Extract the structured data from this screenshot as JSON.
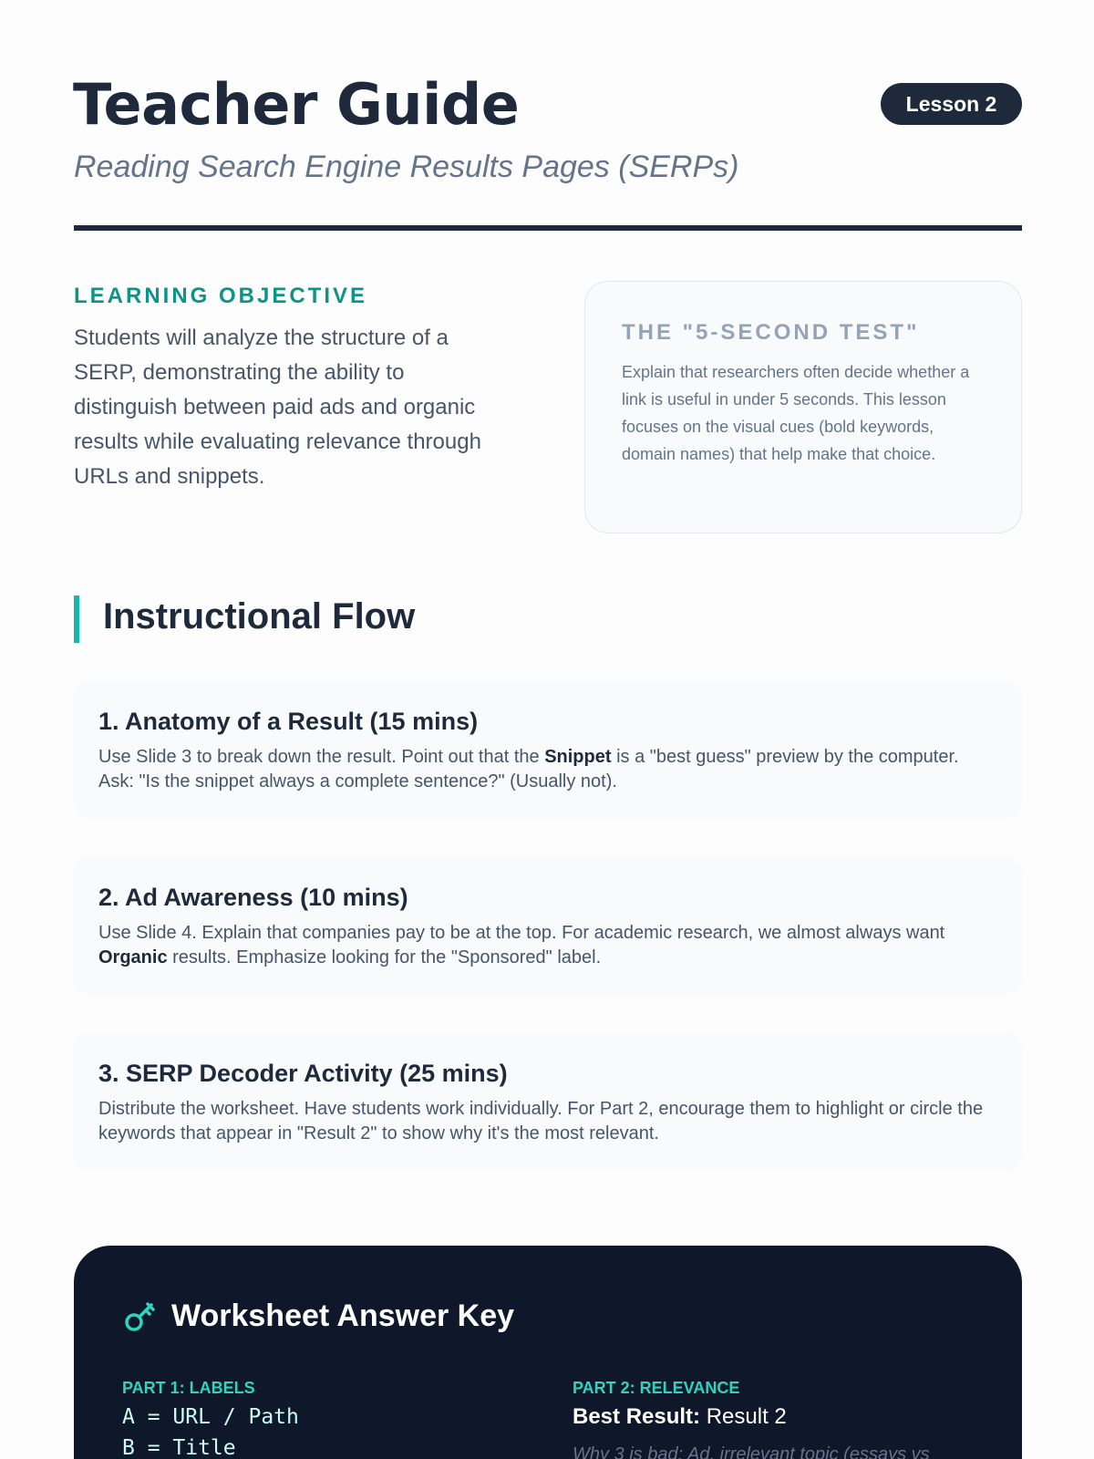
{
  "header": {
    "title": "Teacher Guide",
    "badge": "Lesson 2",
    "subtitle": "Reading Search Engine Results Pages (SERPs)"
  },
  "objective": {
    "label": "LEARNING OBJECTIVE",
    "text": "Students will analyze the structure of a SERP, demonstrating the ability to distinguish between paid ads and organic results while evaluating relevance through URLs and snippets."
  },
  "callout": {
    "title": "THE \"5-SECOND TEST\"",
    "text": "Explain that researchers often decide whether a link is useful in under 5 seconds. This lesson focuses on the visual cues (bold keywords, domain names) that help make that choice."
  },
  "flow": {
    "title": "Instructional Flow",
    "steps": [
      {
        "title": "1. Anatomy of a Result (15 mins)",
        "pre": "Use Slide 3 to break down the result. Point out that the ",
        "bold": "Snippet",
        "post": " is a \"best guess\" preview by the computer. Ask: \"Is the snippet always a complete sentence?\" (Usually not)."
      },
      {
        "title": "2. Ad Awareness (10 mins)",
        "pre": "Use Slide 4. Explain that companies pay to be at the top. For academic research, we almost always want ",
        "bold": "Organic",
        "post": " results. Emphasize looking for the \"Sponsored\" label."
      },
      {
        "title": "3. SERP Decoder Activity (25 mins)",
        "text": "Distribute the worksheet. Have students work individually. For Part 2, encourage them to highlight or circle the keywords that appear in \"Result 2\" to show why it's the most relevant."
      }
    ]
  },
  "answer_key": {
    "icon": "key-icon",
    "title": "Worksheet Answer Key",
    "part1": {
      "label": "PART 1: LABELS",
      "lines": [
        "A = URL / Path",
        "B = Title"
      ]
    },
    "part2": {
      "label": "PART 2: RELEVANCE",
      "best_label": "Best Result:",
      "best_value": "Result 2",
      "why": "Why 3 is bad: Ad, irrelevant topic (essays vs"
    }
  },
  "colors": {
    "accent": "#0d9488",
    "dark": "#1e293b",
    "key_bg": "#0f172a"
  }
}
